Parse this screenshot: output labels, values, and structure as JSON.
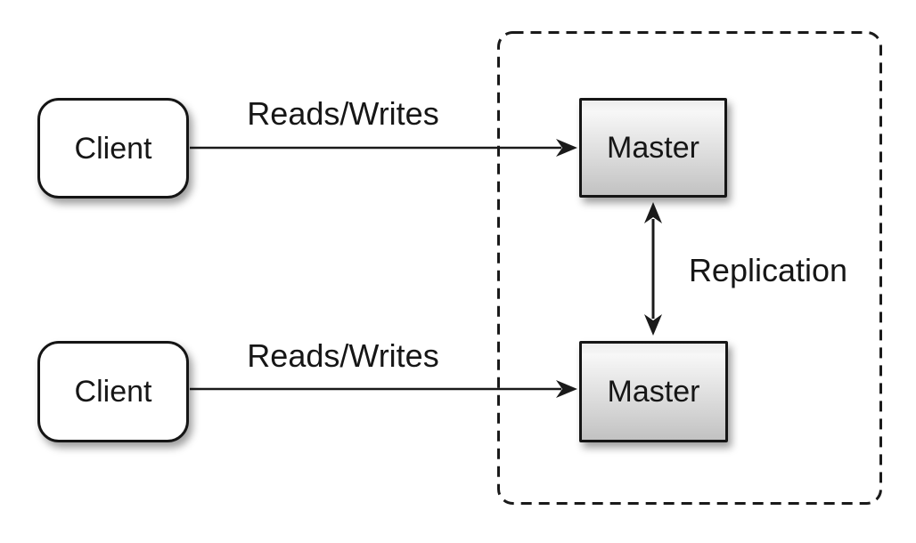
{
  "diagram": {
    "background_color": "#ffffff",
    "stroke_color": "#1a1a1a",
    "node_fill_client": "#ffffff",
    "node_fill_master_gradient": [
      "#ececec",
      "#c2c2c2"
    ],
    "nodes": {
      "client_top": {
        "label": "Client",
        "shape": "rounded-rect"
      },
      "client_bottom": {
        "label": "Client",
        "shape": "rounded-rect"
      },
      "master_top": {
        "label": "Master",
        "shape": "rect"
      },
      "master_bottom": {
        "label": "Master",
        "shape": "rect"
      }
    },
    "edges": {
      "client_top_to_master_top": {
        "label": "Reads/Writes",
        "arrow": "single-right"
      },
      "client_bottom_to_master_bottom": {
        "label": "Reads/Writes",
        "arrow": "single-right"
      },
      "master_top_to_master_bottom": {
        "label": "Replication",
        "arrow": "double-vertical"
      }
    },
    "cluster": {
      "border_style": "dashed-rounded-rect"
    }
  }
}
